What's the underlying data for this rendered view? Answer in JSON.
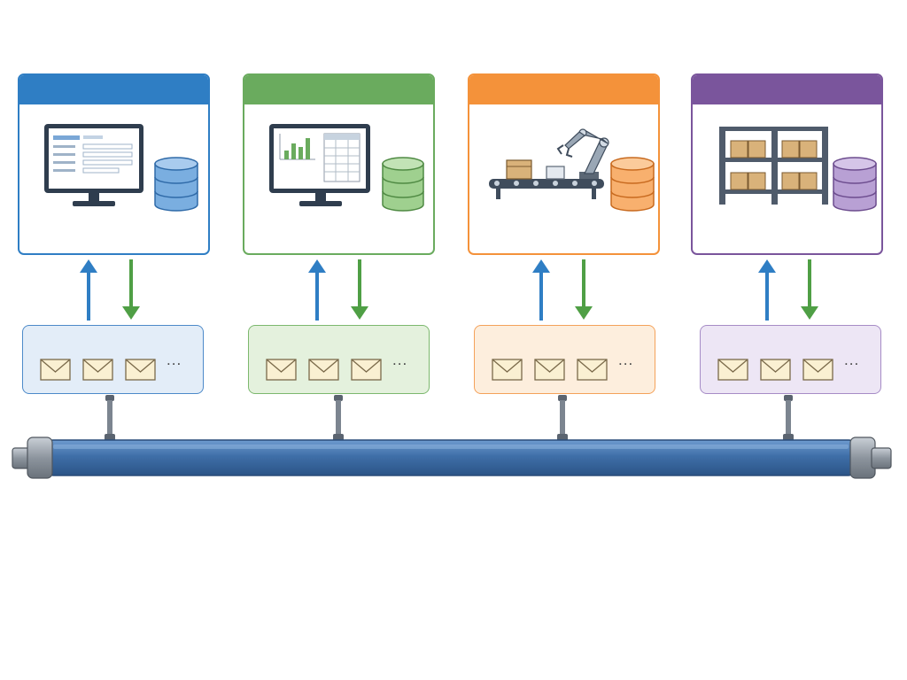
{
  "colors": {
    "blue": "#2f7ec4",
    "green": "#6aab5e",
    "orange": "#f4923a",
    "purple": "#7a559c",
    "arrow_up": "#2f7ec4",
    "arrow_down": "#4f9f45",
    "bus": "#3f6fa8"
  },
  "systems": [
    {
      "id": "system-1",
      "theme": "blue",
      "icon": "monitor-form-icon",
      "db_icon": "database-icon"
    },
    {
      "id": "system-2",
      "theme": "green",
      "icon": "monitor-chart-icon",
      "db_icon": "database-icon"
    },
    {
      "id": "system-3",
      "theme": "orange",
      "icon": "robot-arm-conveyor-icon",
      "db_icon": "database-icon"
    },
    {
      "id": "system-4",
      "theme": "purple",
      "icon": "warehouse-shelves-icon",
      "db_icon": "database-icon"
    }
  ],
  "queues": [
    {
      "theme": "blue",
      "message_icon": "envelope-icon",
      "ellipsis": "..."
    },
    {
      "theme": "green",
      "message_icon": "envelope-icon",
      "ellipsis": "..."
    },
    {
      "theme": "orange",
      "message_icon": "envelope-icon",
      "ellipsis": "..."
    },
    {
      "theme": "purple",
      "message_icon": "envelope-icon",
      "ellipsis": "..."
    }
  ],
  "bus": {
    "icon": "message-bus-pipe-icon"
  }
}
